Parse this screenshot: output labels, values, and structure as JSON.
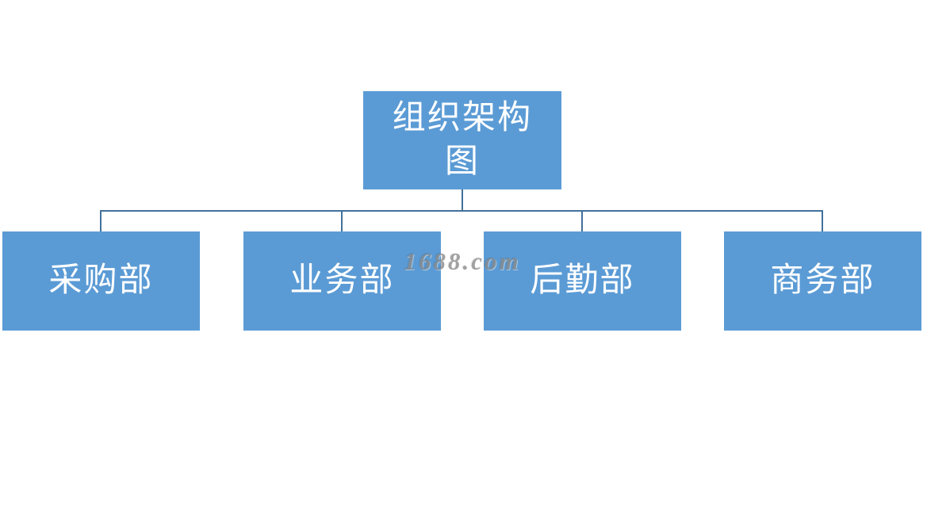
{
  "colors": {
    "node_fill": "#5b9bd5",
    "node_text": "#ffffff",
    "connector": "#41719c",
    "watermark": "#8a8a8a",
    "page_bg": "#ffffff"
  },
  "org_chart": {
    "root": {
      "label": "组织架构图"
    },
    "children": [
      {
        "label": "采购部"
      },
      {
        "label": "业务部"
      },
      {
        "label": "后勤部"
      },
      {
        "label": "商务部"
      }
    ]
  },
  "watermark": {
    "text": "1688.com"
  }
}
